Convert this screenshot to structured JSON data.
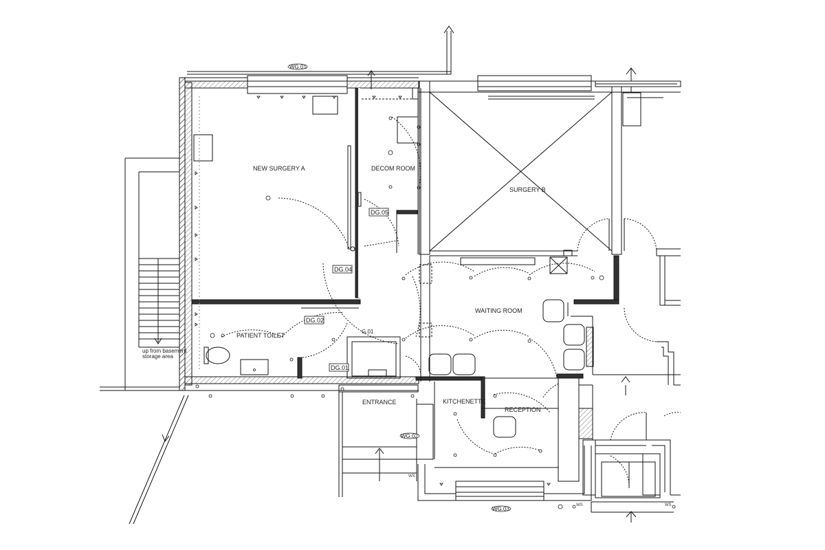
{
  "rooms": {
    "new_surgery_a": "NEW SURGERY A",
    "decom_room": "DECOM ROOM",
    "surgery_b": "SURGERY B",
    "waiting_room": "WAITING ROOM",
    "patient_toilet": "PATIENT TOILET",
    "entrance": "ENTRANCE",
    "kitchenette": "KITCHENETTE",
    "reception": "RECEPTION",
    "storage_line1": "up from basement",
    "storage_line2": "storage area"
  },
  "doors": {
    "dg05": "DG.05",
    "dg04": "DG.04",
    "dg02": "DG.02",
    "dg01": "DG.01",
    "g01": "G.01"
  },
  "windows": {
    "wg01": "WG.01",
    "wg02": "WG.02",
    "wg03": "WG.03"
  },
  "markers": {
    "ws1": "WS",
    "ws2": "WS",
    "ws3": "WS"
  },
  "colors": {
    "line": "#111111",
    "wall_fill": "#333333",
    "hatch": "#555555"
  }
}
